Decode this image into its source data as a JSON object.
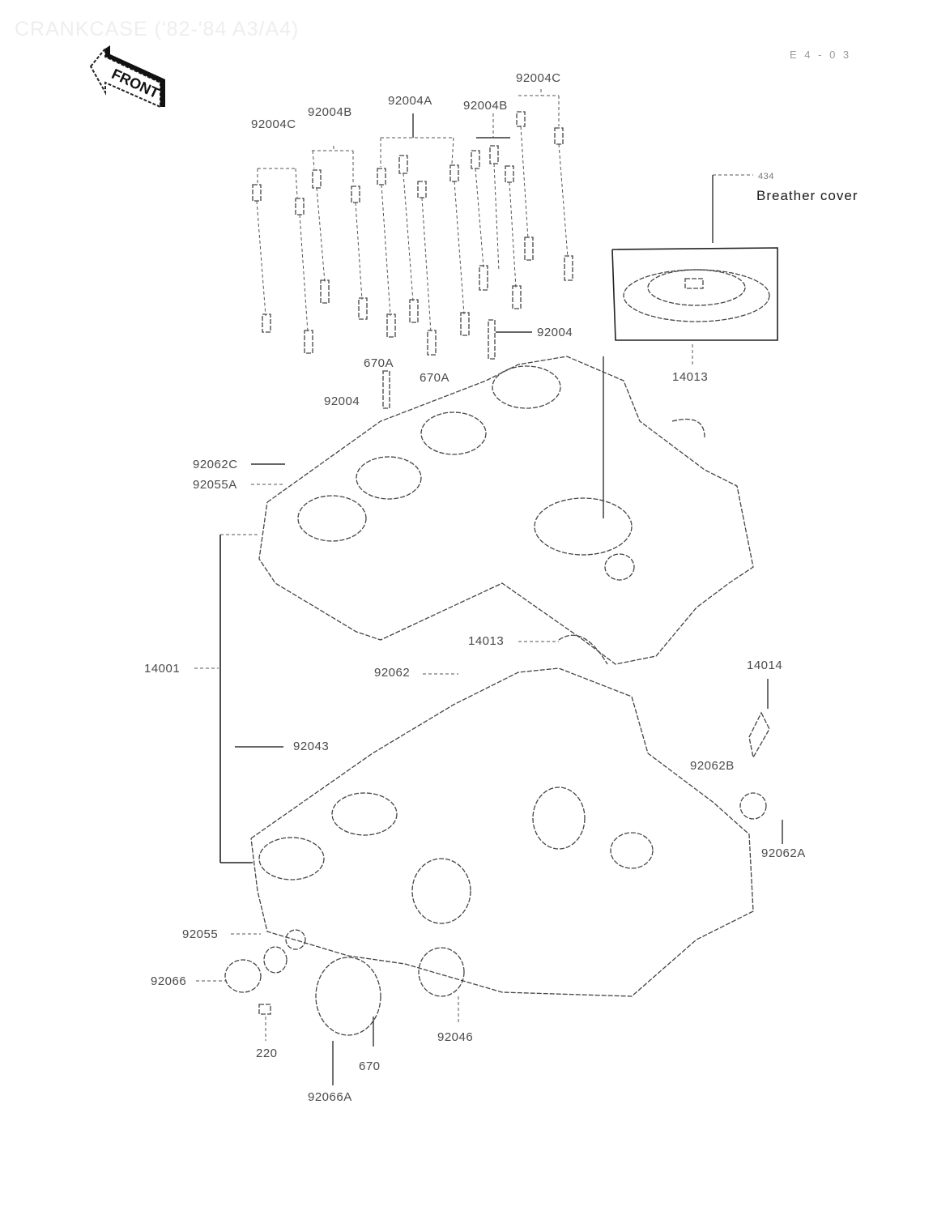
{
  "header": {
    "title": "CRANKCASE ('82-'84 A3/A4)",
    "page_ref": "E 4 - 0 3"
  },
  "front_indicator": {
    "label": "FRONT",
    "icon": "front-arrow-icon"
  },
  "labels": {
    "p92004C_left": "92004C",
    "p92004B_left": "92004B",
    "p92004A": "92004A",
    "p92004B_right": "92004B",
    "p92004C_right": "92004C",
    "p434": "434",
    "breather_cover": "Breather cover",
    "p92004_right": "92004",
    "p670A_left": "670A",
    "p670A_mid": "670A",
    "p92004_left": "92004",
    "p14013_top": "14013",
    "p92062C": "92062C",
    "p92055A": "92055A",
    "p14013_mid": "14013",
    "p14001": "14001",
    "p92062": "92062",
    "p14014": "14014",
    "p92043": "92043",
    "p92062B": "92062B",
    "p92062A": "92062A",
    "p92055": "92055",
    "p92066": "92066",
    "p92046": "92046",
    "p220": "220",
    "p670": "670",
    "p92066A": "92066A"
  }
}
